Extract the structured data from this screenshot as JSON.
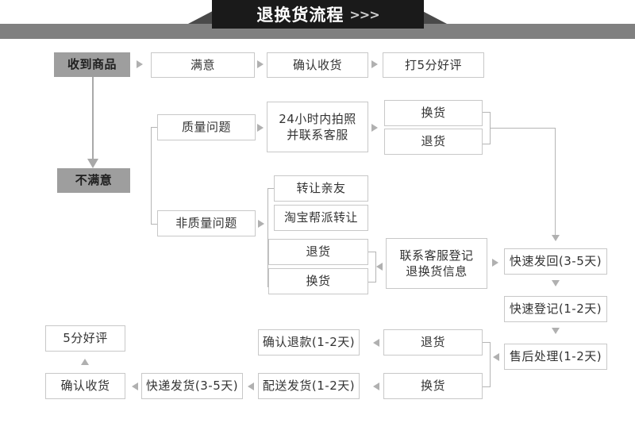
{
  "header": {
    "title": "退换货流程",
    "chevrons": ">>>"
  },
  "nodes": {
    "received_goods": "收到商品",
    "satisfied": "满意",
    "confirm_receipt_top": "确认收货",
    "five_star_review_top": "打5分好评",
    "quality_issue": "质量问题",
    "photo_contact_line1": "24小时内拍照",
    "photo_contact_line2": "并联系客服",
    "exchange_top": "换货",
    "return_top": "退货",
    "unsatisfied": "不满意",
    "non_quality_issue": "非质量问题",
    "transfer_friend": "转让亲友",
    "taobao_gang_transfer": "淘宝帮派转让",
    "return_mid": "退货",
    "exchange_mid": "换货",
    "contact_service_line1": "联系客服登记",
    "contact_service_line2": "退换货信息",
    "fast_send_back": "快速发回(3-5天)",
    "fast_register": "快速登记(1-2天)",
    "after_sales_process": "售后处理(1-2天)",
    "five_star_review_bottom": "5分好评",
    "confirm_receipt_bottom": "确认收货",
    "express_shipping": "快递发货(3-5天)",
    "confirm_refund": "确认退款(1-2天)",
    "return_bottom": "退货",
    "delivery_shipping": "配送发货(1-2天)",
    "exchange_bottom": "换货"
  },
  "colors": {
    "band_gray": "#808080",
    "plate_black": "#1a1a1a",
    "wedge_gray": "#4a4a4a",
    "node_fill_gray": "#9e9e9e",
    "node_border": "#c8c8c8",
    "connector": "#b5b5b5"
  }
}
